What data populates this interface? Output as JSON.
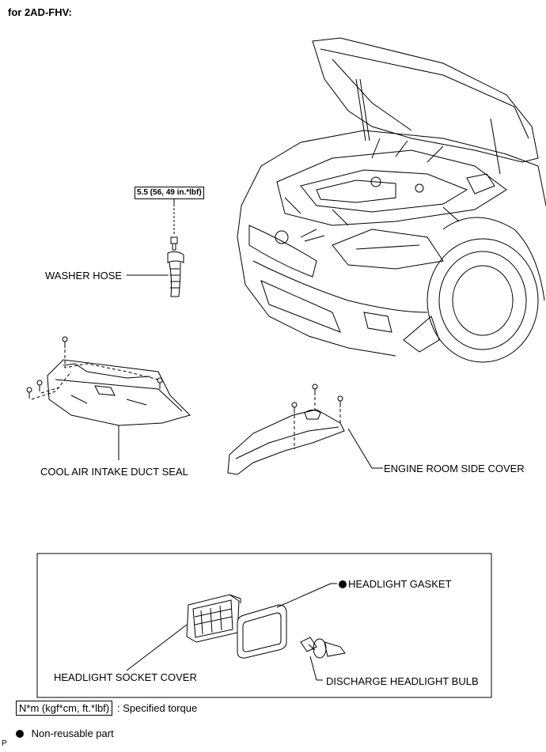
{
  "header": {
    "title": "for 2AD-FHV:"
  },
  "torque": {
    "washer_hose": "5.5 (56, 49 in.*lbf)"
  },
  "labels": {
    "washer_hose": "WASHER HOSE",
    "cool_air_duct_seal": "COOL AIR INTAKE DUCT SEAL",
    "engine_room_side_cover": "ENGINE ROOM SIDE COVER",
    "headlight_gasket": "HEADLIGHT GASKET",
    "headlight_socket_cover": "HEADLIGHT SOCKET COVER",
    "discharge_headlight_bulb": "DISCHARGE HEADLIGHT BULB"
  },
  "legend": {
    "torque_units": "N*m (kgf*cm, ft.*lbf)",
    "torque_desc": ": Specified torque",
    "nonreusable_desc": "Non-reusable part"
  },
  "footer": {
    "code": "P"
  }
}
